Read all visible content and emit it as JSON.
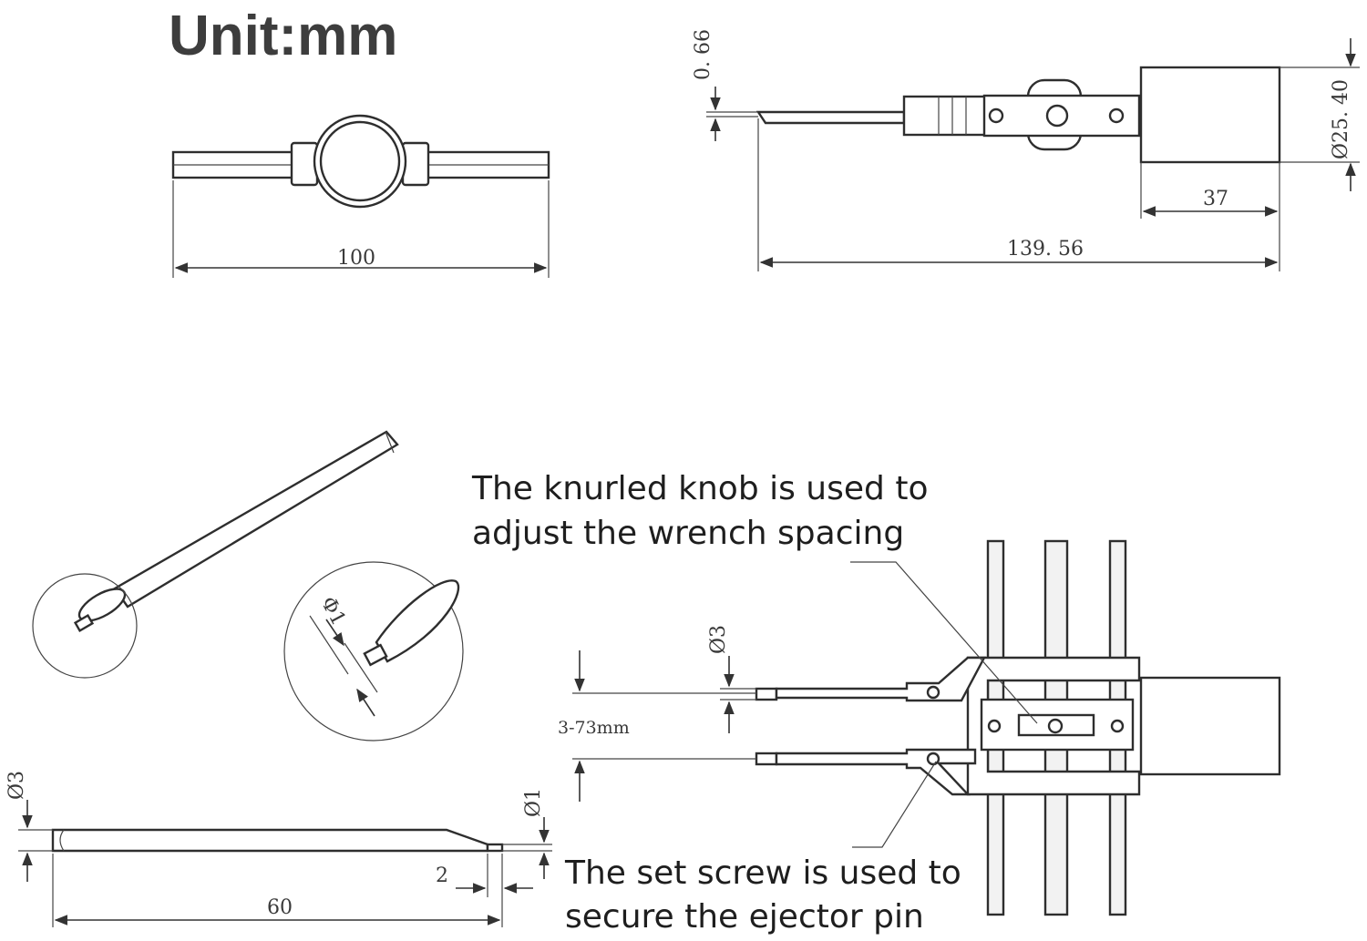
{
  "unit_label": "Unit:mm",
  "top_left_view": {
    "length_label": "100"
  },
  "top_right_view": {
    "tip_thickness_label": "0. 66",
    "knob_diameter_label": "Ø25. 40",
    "knob_length_label": "37",
    "total_length_label": "139. 56"
  },
  "pin_detail": {
    "tip_diameter_label": "Φ1"
  },
  "pin_side_view": {
    "shank_diameter_label": "Ø3",
    "tip_diameter_label": "Ø1",
    "tip_length_label": "2",
    "length_label": "60"
  },
  "assembly_view": {
    "pin_diameter_label": "Ø3",
    "spacing_label": "3-73mm",
    "knob_note": [
      "The knurled knob is used to",
      "adjust the wrench spacing"
    ],
    "screw_note": [
      "The set screw is used to",
      "secure the ejector pin"
    ]
  }
}
